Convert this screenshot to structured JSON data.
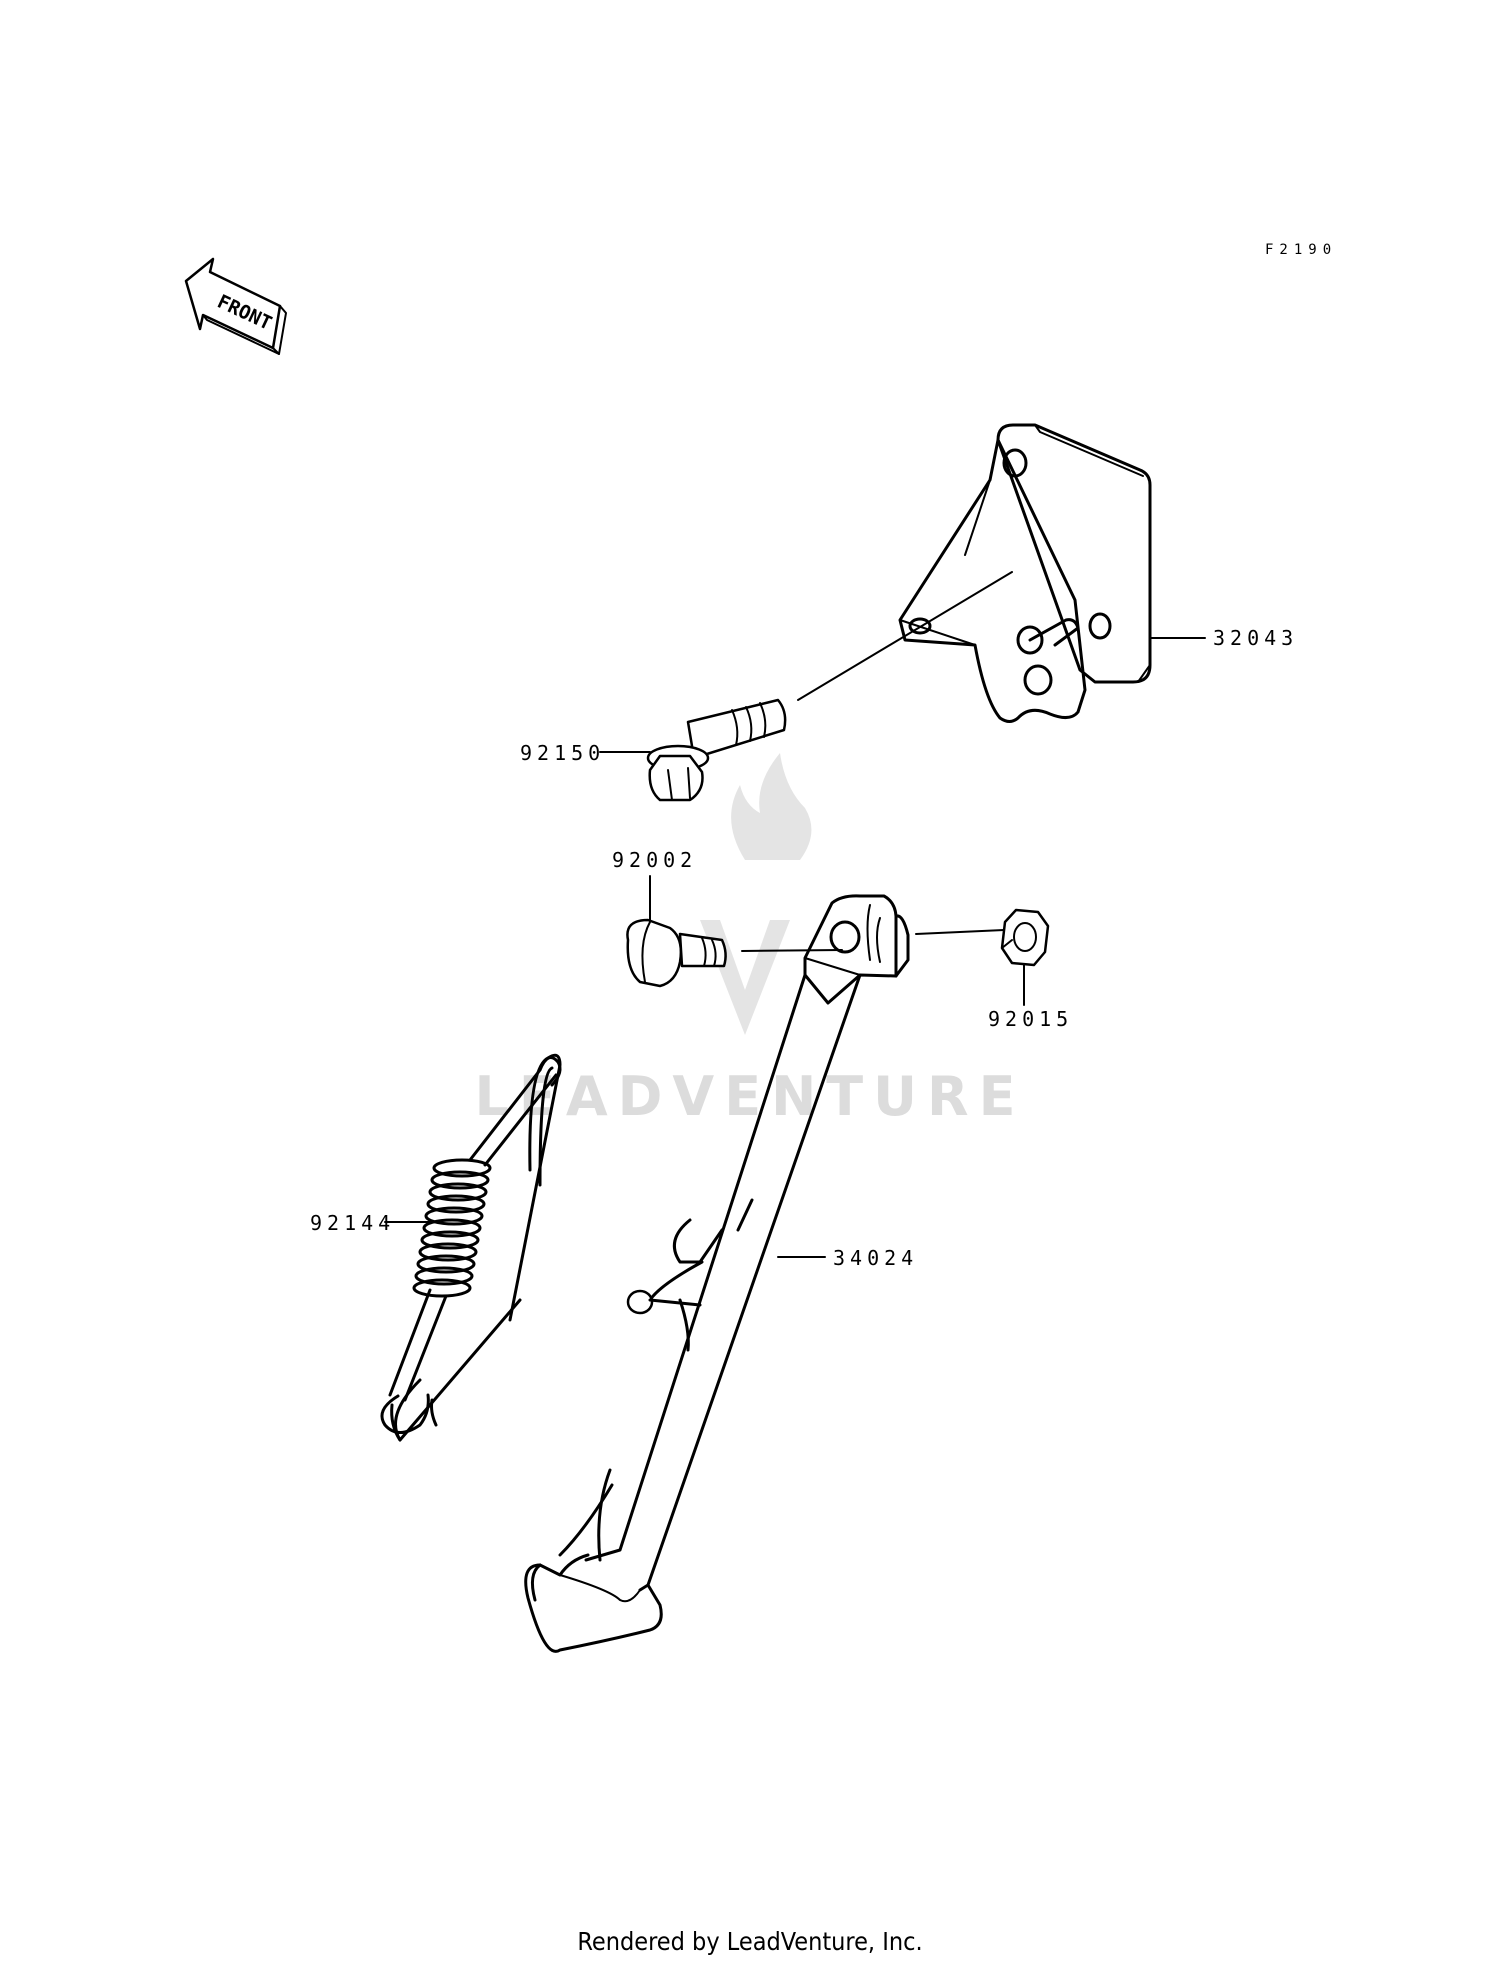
{
  "diagram": {
    "code": "F2190",
    "front_label": "FRONT",
    "watermark": "LEADVENTURE",
    "footer": "Rendered by LeadVenture, Inc.",
    "parts": {
      "bracket": "32043",
      "bolt_long": "92150",
      "bolt_pivot": "92002",
      "nut": "92015",
      "spring": "92144",
      "stand": "34024"
    }
  }
}
